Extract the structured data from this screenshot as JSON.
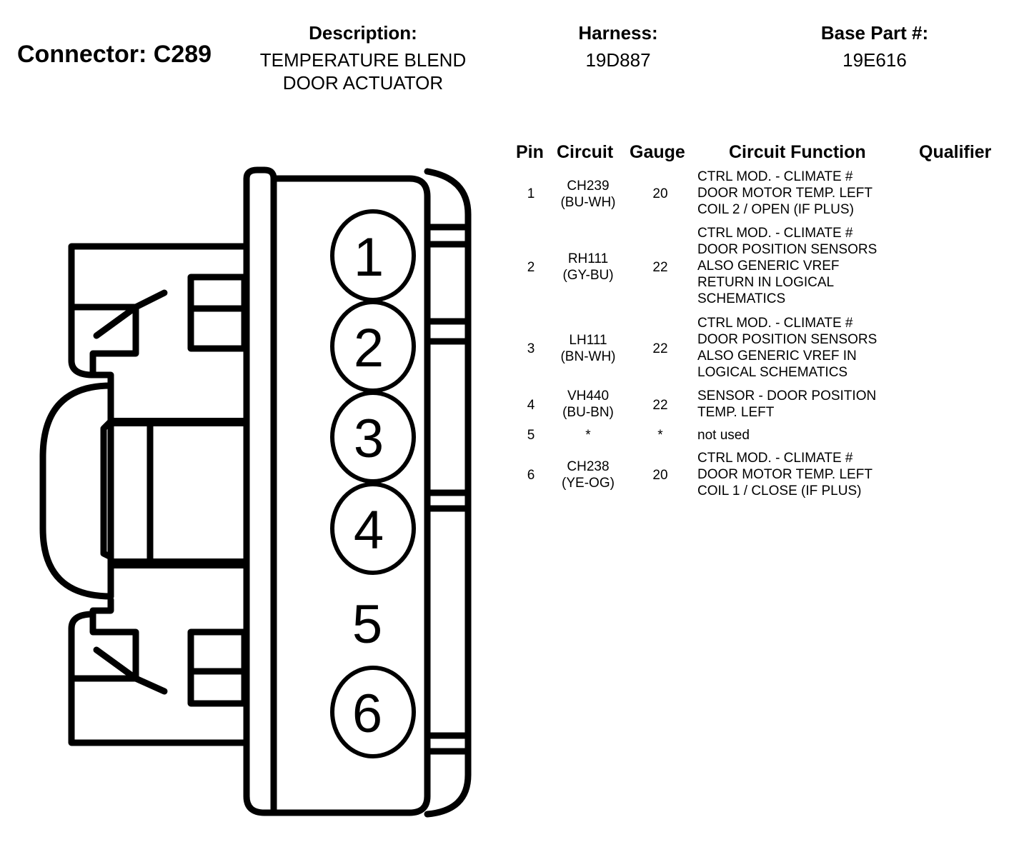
{
  "header": {
    "connector_title": "Connector: C289",
    "description_label": "Description:",
    "description_line1": "TEMPERATURE BLEND",
    "description_line2": "DOOR ACTUATOR",
    "harness_label": "Harness:",
    "harness_value": "19D887",
    "base_part_label": "Base Part #:",
    "base_part_value": "19E616"
  },
  "table": {
    "headers": {
      "pin": "Pin",
      "circuit": "Circuit",
      "gauge": "Gauge",
      "function": "Circuit Function",
      "qualifier": "Qualifier"
    },
    "rows": [
      {
        "pin": "1",
        "circuit": "CH239",
        "color": "(BU-WH)",
        "gauge": "20",
        "f1": "CTRL MOD. - CLIMATE #",
        "f2": "DOOR MOTOR TEMP. LEFT",
        "f3": "COIL 2 / OPEN (IF PLUS)",
        "f4": "",
        "f5": ""
      },
      {
        "pin": "2",
        "circuit": "RH111",
        "color": "(GY-BU)",
        "gauge": "22",
        "f1": "CTRL MOD. - CLIMATE #",
        "f2": "DOOR POSITION SENSORS",
        "f3": "ALSO GENERIC VREF",
        "f4": "RETURN IN LOGICAL",
        "f5": "SCHEMATICS"
      },
      {
        "pin": "3",
        "circuit": "LH111",
        "color": "(BN-WH)",
        "gauge": "22",
        "f1": "CTRL MOD. - CLIMATE #",
        "f2": "DOOR POSITION SENSORS",
        "f3": "ALSO GENERIC VREF IN",
        "f4": "LOGICAL SCHEMATICS",
        "f5": ""
      },
      {
        "pin": "4",
        "circuit": "VH440",
        "color": "(BU-BN)",
        "gauge": "22",
        "f1": "SENSOR - DOOR POSITION",
        "f2": "TEMP. LEFT",
        "f3": "",
        "f4": "",
        "f5": ""
      },
      {
        "pin": "5",
        "circuit": "*",
        "color": "",
        "gauge": "*",
        "f1": "not used",
        "f2": "",
        "f3": "",
        "f4": "",
        "f5": ""
      },
      {
        "pin": "6",
        "circuit": "CH238",
        "color": "(YE-OG)",
        "gauge": "20",
        "f1": "CTRL MOD. - CLIMATE #",
        "f2": "DOOR MOTOR TEMP. LEFT",
        "f3": "COIL 1 / CLOSE (IF PLUS)",
        "f4": "",
        "f5": ""
      }
    ]
  },
  "connector": {
    "pins": [
      "1",
      "2",
      "3",
      "4",
      "5",
      "6"
    ]
  }
}
